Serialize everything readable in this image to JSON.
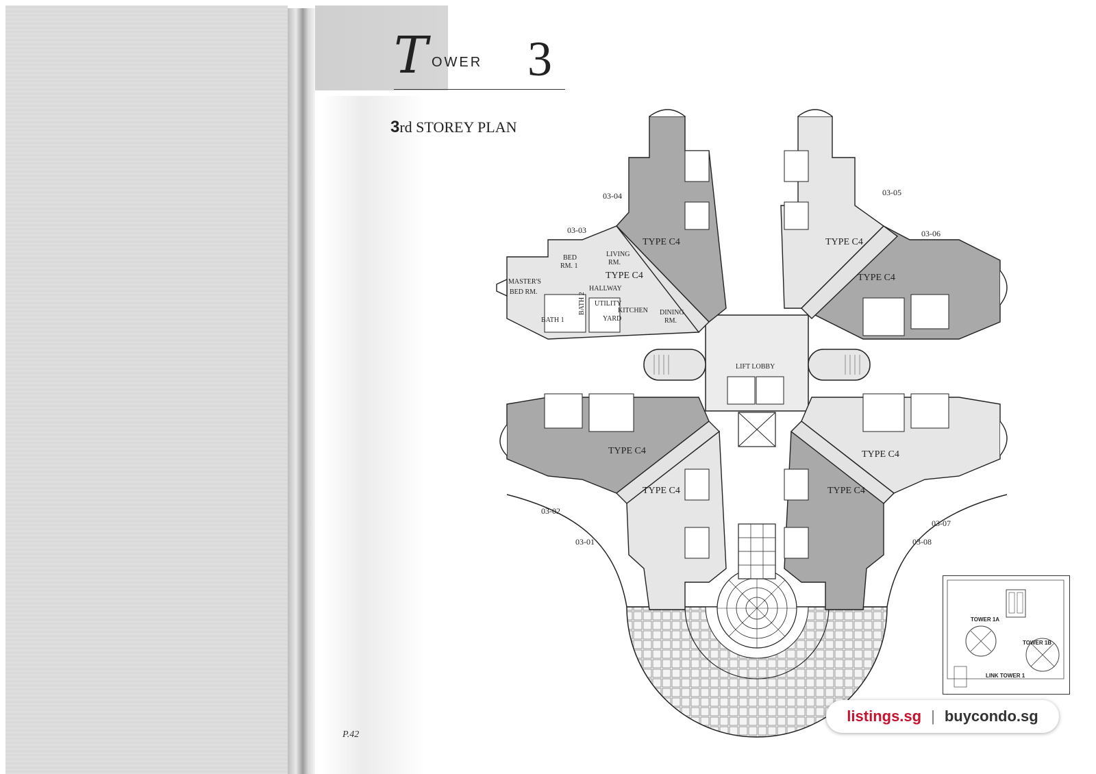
{
  "header": {
    "title_letter": "T",
    "title_word": "OWER",
    "tower_number": "3",
    "subtitle_number": "3",
    "subtitle_rest": "rd STOREY PLAN"
  },
  "plan": {
    "unit_numbers": [
      "03-01",
      "03-02",
      "03-03",
      "03-04",
      "03-05",
      "03-06",
      "03-07",
      "03-08"
    ],
    "unit_type": "TYPE C4",
    "rooms": {
      "living": [
        "LIVING",
        "RM."
      ],
      "bed1": [
        "BED",
        "RM. 1"
      ],
      "master": [
        "MASTER'S",
        "BED RM."
      ],
      "hallway": "HALLWAY",
      "utility": "UTILITY",
      "kitchen": "KITCHEN",
      "yard": "YARD",
      "dining": [
        "DINING",
        "RM."
      ],
      "bath1": "BATH 1",
      "bath2": "BATH 2"
    },
    "lift_lobby": "LIFT LOBBY"
  },
  "key_plan": {
    "labels": [
      "TOWER 1A",
      "TOWER 1B",
      "LINK TOWER 1"
    ]
  },
  "page_number": "P.42",
  "watermark": {
    "site_a": "listings.sg",
    "separator": "|",
    "site_b": "buycondo.sg"
  },
  "colors": {
    "unit_dark": "#a9a9a9",
    "unit_light": "#e3e3e3",
    "line": "#222222",
    "brand_red": "#c4122f"
  }
}
